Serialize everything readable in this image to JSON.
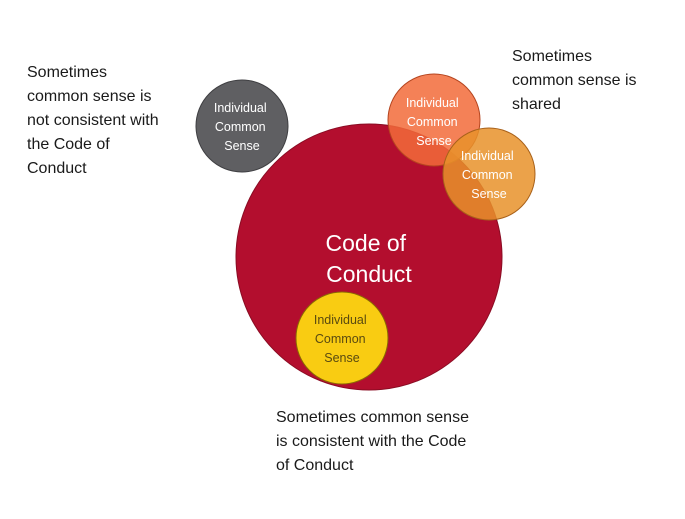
{
  "center": {
    "label_lines": [
      "Code of",
      "Conduct"
    ]
  },
  "bubbles": {
    "gray": {
      "label_lines": [
        "Individual",
        "Common",
        "Sense"
      ]
    },
    "orange": {
      "label_lines": [
        "Individual",
        "Common",
        "Sense"
      ]
    },
    "amber": {
      "label_lines": [
        "Individual",
        "Common",
        "Sense"
      ]
    },
    "yellow": {
      "label_lines": [
        "Individual",
        "Common",
        "Sense"
      ]
    }
  },
  "notes": {
    "left": "Sometimes\ncommon sense is\nnot consistent with\nthe Code of\nConduct",
    "right": "Sometimes\ncommon sense is\nshared",
    "bottom": "Sometimes common sense\nis consistent with the Code\nof Conduct"
  },
  "colors": {
    "code_of_conduct": "#B30E2E",
    "gray_bubble": "#5F5F62",
    "orange_bubble": "#F26B3A",
    "amber_bubble": "#E8922A",
    "yellow_bubble": "#F9CC12",
    "outline": "#7a1020"
  }
}
